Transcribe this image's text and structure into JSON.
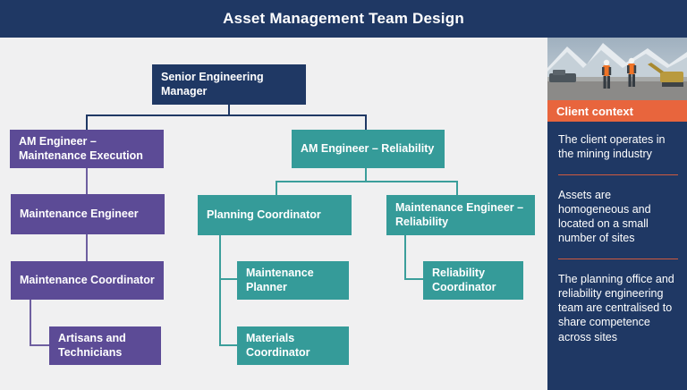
{
  "title": "Asset Management Team Design",
  "colors": {
    "navy": "#1f3864",
    "purple": "#5c4b96",
    "teal": "#359b99",
    "orange_band": "#e8653d",
    "divider_orange": "#cf5a3f",
    "background": "#f0f0f1",
    "connector_purple": "#6e5fa0",
    "connector_teal": "#3b9e9b"
  },
  "org_chart": {
    "nodes": [
      {
        "id": "senior",
        "label": "Senior Engineering Manager",
        "group": "navy",
        "reports_to": null
      },
      {
        "id": "am_exec",
        "label": "AM Engineer – Maintenance Execution",
        "group": "purple",
        "reports_to": "senior"
      },
      {
        "id": "maint_eng",
        "label": "Maintenance Engineer",
        "group": "purple",
        "reports_to": "am_exec"
      },
      {
        "id": "maint_coord",
        "label": "Maintenance Coordinator",
        "group": "purple",
        "reports_to": "maint_eng"
      },
      {
        "id": "artisans",
        "label": "Artisans and Technicians",
        "group": "purple",
        "reports_to": "maint_coord"
      },
      {
        "id": "am_rel",
        "label": "AM Engineer – Reliability",
        "group": "teal",
        "reports_to": "senior"
      },
      {
        "id": "plan_coord",
        "label": "Planning Coordinator",
        "group": "teal",
        "reports_to": "am_rel"
      },
      {
        "id": "maint_planner",
        "label": "Maintenance Planner",
        "group": "teal",
        "reports_to": "plan_coord"
      },
      {
        "id": "materials_coord",
        "label": "Materials Coordinator",
        "group": "teal",
        "reports_to": "plan_coord"
      },
      {
        "id": "me_rel",
        "label": "Maintenance Engineer – Reliability",
        "group": "teal",
        "reports_to": "am_rel"
      },
      {
        "id": "rel_coord",
        "label": "Reliability Coordinator",
        "group": "teal",
        "reports_to": "me_rel"
      }
    ]
  },
  "sidebar": {
    "photo": "mining-site-workers",
    "context_label": "Client context",
    "paragraphs": [
      {
        "text": "The client operates in the mining industry"
      },
      {
        "text": "Assets are homogeneous and located on a small number of sites"
      },
      {
        "text": "The planning office and reliability engineering team are centralised to share competence across sites"
      }
    ]
  }
}
